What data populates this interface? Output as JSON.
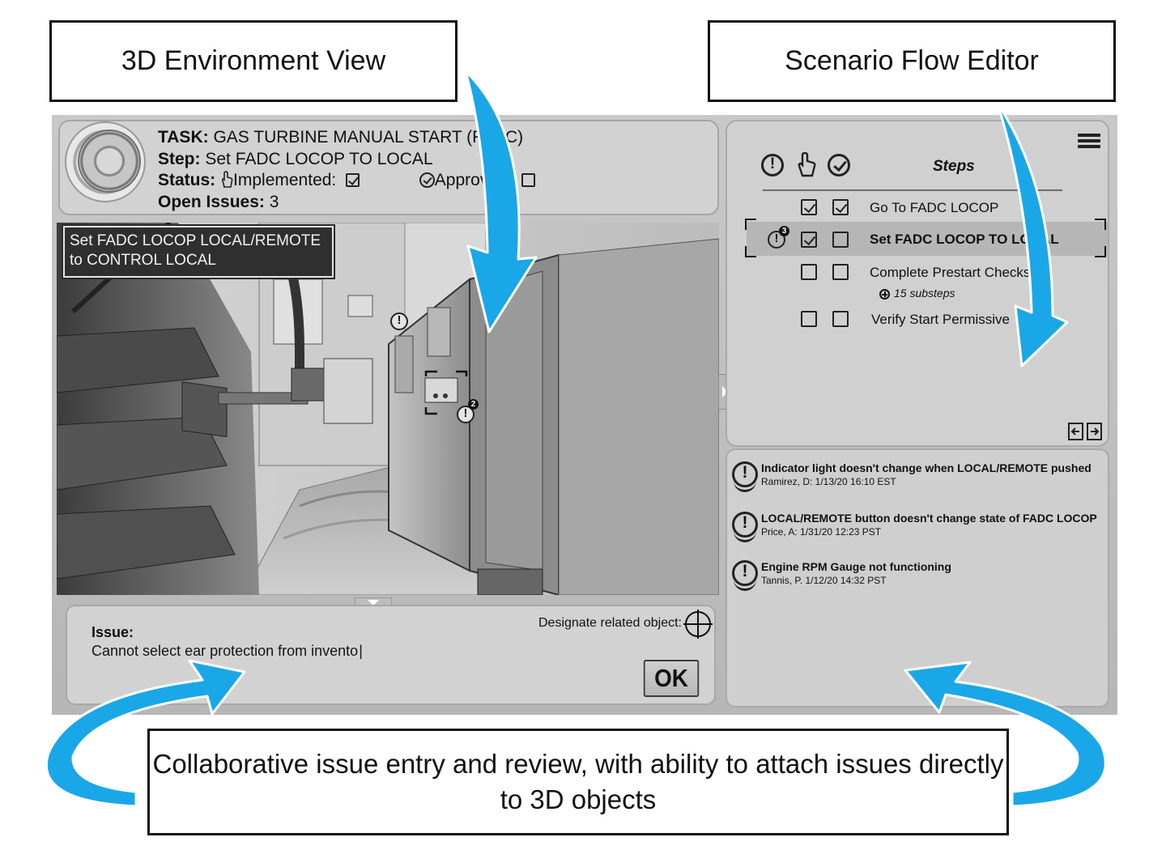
{
  "callouts": {
    "environment_view": "3D Environment View",
    "scenario_flow_editor": "Scenario Flow Editor",
    "collaborative": "Collaborative issue entry and review, with ability to attach issues directly to 3D objects"
  },
  "header": {
    "task_label": "TASK:",
    "task_value": "GAS TURBINE MANUAL START (FADC)",
    "step_label": "Step:",
    "step_value": "Set FADC LOCOP TO LOCAL",
    "status_label": "Status:",
    "implemented_label": "Implemented:",
    "implemented_checked": true,
    "approved_label": "Approved:",
    "approved_checked": false,
    "open_issues_label": "Open Issues:",
    "open_issues_value": "3"
  },
  "viewport": {
    "step_caption": "Set FADC LOCOP LOCAL/REMOTE to CONTROL LOCAL",
    "object_issue_count": "2",
    "icons": [
      "issue-marker-icon",
      "issue-with-count-icon",
      "selection-bracket"
    ]
  },
  "issue_entry": {
    "label": "Issue:",
    "text": "Cannot select ear protection from invento",
    "designate_label": "Designate related object:",
    "ok_label": "OK"
  },
  "steps": {
    "title": "Steps",
    "rows": [
      {
        "label": "Go To FADC LOCOP",
        "implemented": true,
        "approved": true,
        "selected": false
      },
      {
        "label": "Set FADC LOCOP TO LOCAL",
        "implemented": true,
        "approved": false,
        "selected": true,
        "issue_count": "3"
      },
      {
        "label": "Complete Prestart Checks",
        "implemented": false,
        "approved": false,
        "selected": false,
        "substeps": "15 substeps"
      },
      {
        "label": "Verify Start Permissive",
        "implemented": false,
        "approved": false,
        "selected": false
      }
    ]
  },
  "issues": [
    {
      "title": "Indicator light doesn't change when LOCAL/REMOTE pushed",
      "meta": "Ramirez, D: 1/13/20 16:10 EST"
    },
    {
      "title": "LOCAL/REMOTE button doesn't change state of FADC LOCOP",
      "meta": "Price, A: 1/31/20 12:23 PST"
    },
    {
      "title": "Engine RPM Gauge not functioning",
      "meta": "Tannis, P. 1/12/20 14:32 PST"
    }
  ],
  "colors": {
    "arrow": "#1aa7e8",
    "panel": "#d0d0d0",
    "frame": "#bdbdbd",
    "caption_bg": "#2f2f2f"
  }
}
